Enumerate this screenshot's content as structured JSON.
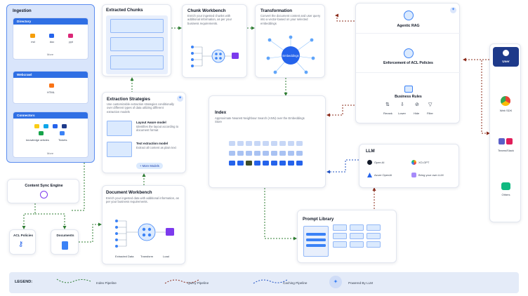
{
  "ingestion": {
    "title": "Ingestion",
    "directory": {
      "title": "Directory",
      "items": [
        "md",
        "doc",
        "ppt"
      ],
      "more": "More"
    },
    "webcrawl": {
      "title": "Webcrawl",
      "item": "HTML"
    },
    "connectors": {
      "title": "Connectors",
      "items": [
        "knowledge articles",
        "Tickets"
      ],
      "more": "More"
    }
  },
  "extracted_chunks": {
    "title": "Extracted Chunks"
  },
  "chunk_workbench": {
    "title": "Chunk Workbench",
    "desc": "Enrich your ingested chunks with additional information, as per your business requirements."
  },
  "transformation": {
    "title": "Transformation",
    "desc": "Convert the document content and user query into a vector-based on your selected embeddings",
    "node": "Embeddings"
  },
  "agentic": {
    "rag": "Agentic RAG",
    "acl": "Enforcement of ACL Policies",
    "rules": "Business Rules",
    "ops": [
      "Rerank",
      "Lower",
      "Hide",
      "Filter"
    ]
  },
  "user_panel": {
    "user": "User",
    "sdk": "Web SDK",
    "teams": "Teams/Slack",
    "others": "Others"
  },
  "extraction": {
    "title": "Extraction Strategies",
    "desc": "Use customizable extraction strategies conditionally over different types of data utilizing different extraction models",
    "m1_title": "Layout Aware model",
    "m1_desc": "Identifies the layout according to document format",
    "m2_title": "Text extraction model",
    "m2_desc": "Extract all content as plain text",
    "more": "+ More Models"
  },
  "index": {
    "title": "Index",
    "desc": "Approximate Nearest Neighbour Search (ANN) over the Embeddings Store"
  },
  "llm": {
    "title": "LLM",
    "items": [
      "Open AI",
      "XO-GPT",
      "Azure OpenAI",
      "Bring your own LLM"
    ]
  },
  "content_sync": {
    "title": "Content Sync Engine"
  },
  "acl_policies": {
    "title": "ACL Policies"
  },
  "documents": {
    "title": "Documents"
  },
  "doc_workbench": {
    "title": "Document Workbench",
    "desc": "Enrich your ingested data with additional information, as per your business requirements.",
    "steps": [
      "Extracted Data",
      "Transform",
      "Load"
    ]
  },
  "prompt_library": {
    "title": "Prompt Library"
  },
  "legend": {
    "label": "LEGEND:",
    "items": [
      "Index Pipeline",
      "Query Pipeline",
      "Caching Pipeline",
      "Powered By LLM"
    ]
  },
  "colors": {
    "index": "#2e7d32",
    "query": "#8b2b1a",
    "caching": "#1e4fc2",
    "accent": "#3b82f6"
  }
}
